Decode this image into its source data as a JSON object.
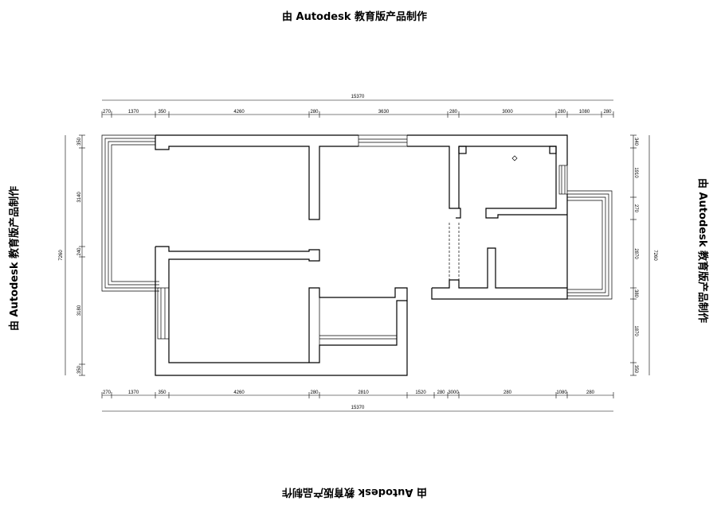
{
  "watermark": {
    "top": "由 Autodesk 教育版产品制作",
    "bottom": "由 Autodesk 教育版产品制作",
    "left": "由 Autodesk 教育版产品制作",
    "right": "由 Autodesk 教育版产品制作"
  },
  "dimensions": {
    "top_total": "15370",
    "bottom_total": "15370",
    "top_segments": [
      "270",
      "1370",
      "350",
      "4260",
      "280",
      "3630",
      "280",
      "3000",
      "280",
      "1080",
      "280"
    ],
    "bottom_segments": [
      "270",
      "1370",
      "350",
      "4260",
      "280",
      "2810",
      "1520",
      "280",
      "3000",
      "280",
      "1080",
      "280"
    ],
    "left_total": "7260",
    "left_segments": [
      "350",
      "3140",
      "240",
      "3180",
      "350"
    ],
    "right_total": "7260",
    "right_segments": [
      "340",
      "1910",
      "270",
      "2870",
      "380",
      "1870",
      "350"
    ]
  }
}
